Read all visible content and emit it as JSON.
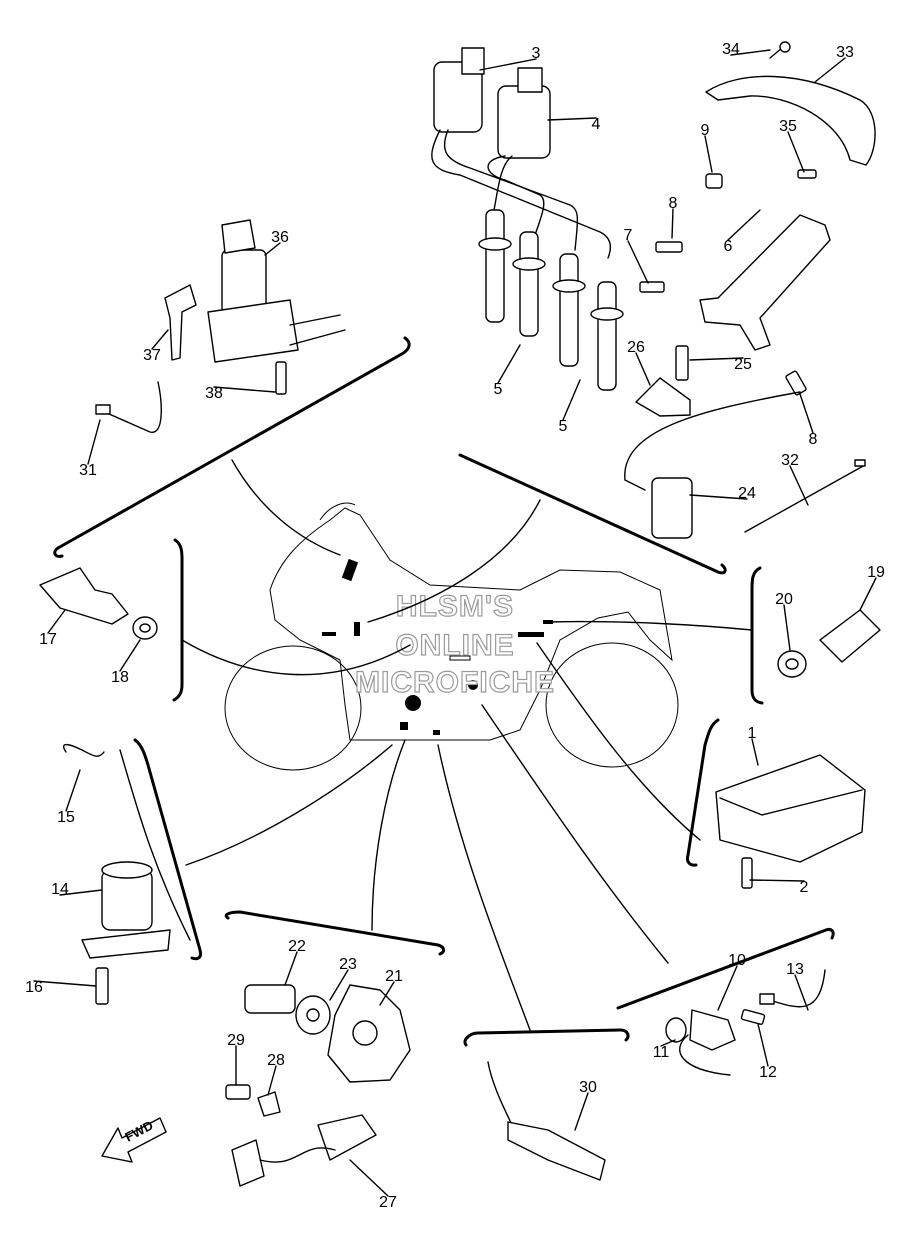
{
  "diagram": {
    "watermark": [
      "HLSM'S",
      "ONLINE",
      "MICROFICHE"
    ],
    "direction_arrow": "FWD",
    "callouts": [
      "1",
      "2",
      "3",
      "4",
      "5",
      "5",
      "6",
      "7",
      "8",
      "8",
      "9",
      "10",
      "11",
      "12",
      "13",
      "14",
      "15",
      "16",
      "17",
      "18",
      "19",
      "20",
      "21",
      "22",
      "23",
      "24",
      "25",
      "26",
      "27",
      "28",
      "29",
      "30",
      "31",
      "32",
      "33",
      "34",
      "35",
      "36",
      "37",
      "38"
    ]
  }
}
